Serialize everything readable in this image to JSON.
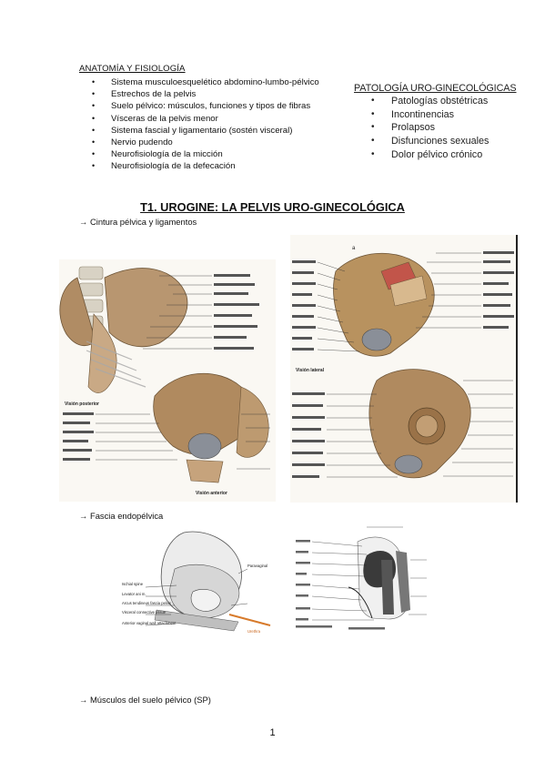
{
  "anatomy": {
    "title": "ANATOMÍA Y FISIOLOGÍA",
    "items": [
      "Sistema musculoesquelético abdomino-lumbo-pélvico",
      "Estrechos de la pelvis",
      "Suelo pélvico: músculos, funciones y tipos de fibras",
      "Vísceras de la pelvis menor",
      "Sistema fascial y ligamentario (sostén visceral)",
      "Nervio pudendo",
      "Neurofisiología de la micción",
      "Neurofisiología de la defecación"
    ]
  },
  "pathology": {
    "title": "PATOLOGÍA URO-GINECOLÓGICAS",
    "items": [
      "Patologías obstétricas",
      "Incontinencias",
      "Prolapsos",
      "Disfunciones sexuales",
      "Dolor pélvico crónico"
    ]
  },
  "main_title": "T1. UROGINE: LA PELVIS URO-GINECOLÓGICA",
  "sections": {
    "girdle": "→ Cintura pélvica y ligamentos",
    "fascia": "→ Fascia endopélvica",
    "muscles": "→ Músculos del suelo pélvico (SP)"
  },
  "figures": {
    "fig1": {
      "posterior_view": "Visión posterior",
      "anterior_view": "Visión anterior"
    },
    "fig2": {
      "label_a": "a",
      "lateral_view": "Visión lateral"
    },
    "fig4": {
      "labels": {
        "ischial_spine": "Ischial spine",
        "levator_ani": "Levator ani m.",
        "arcus_tendineus": "Arcus tendineus fascia pelvis",
        "visceral_connective": "Visceral connective tissue",
        "anterior_vaginal_wall": "Anterior vaginal wall attachment",
        "paravaginal": "Paravaginal",
        "urethra": "Urethra"
      }
    }
  },
  "page_number": "1"
}
